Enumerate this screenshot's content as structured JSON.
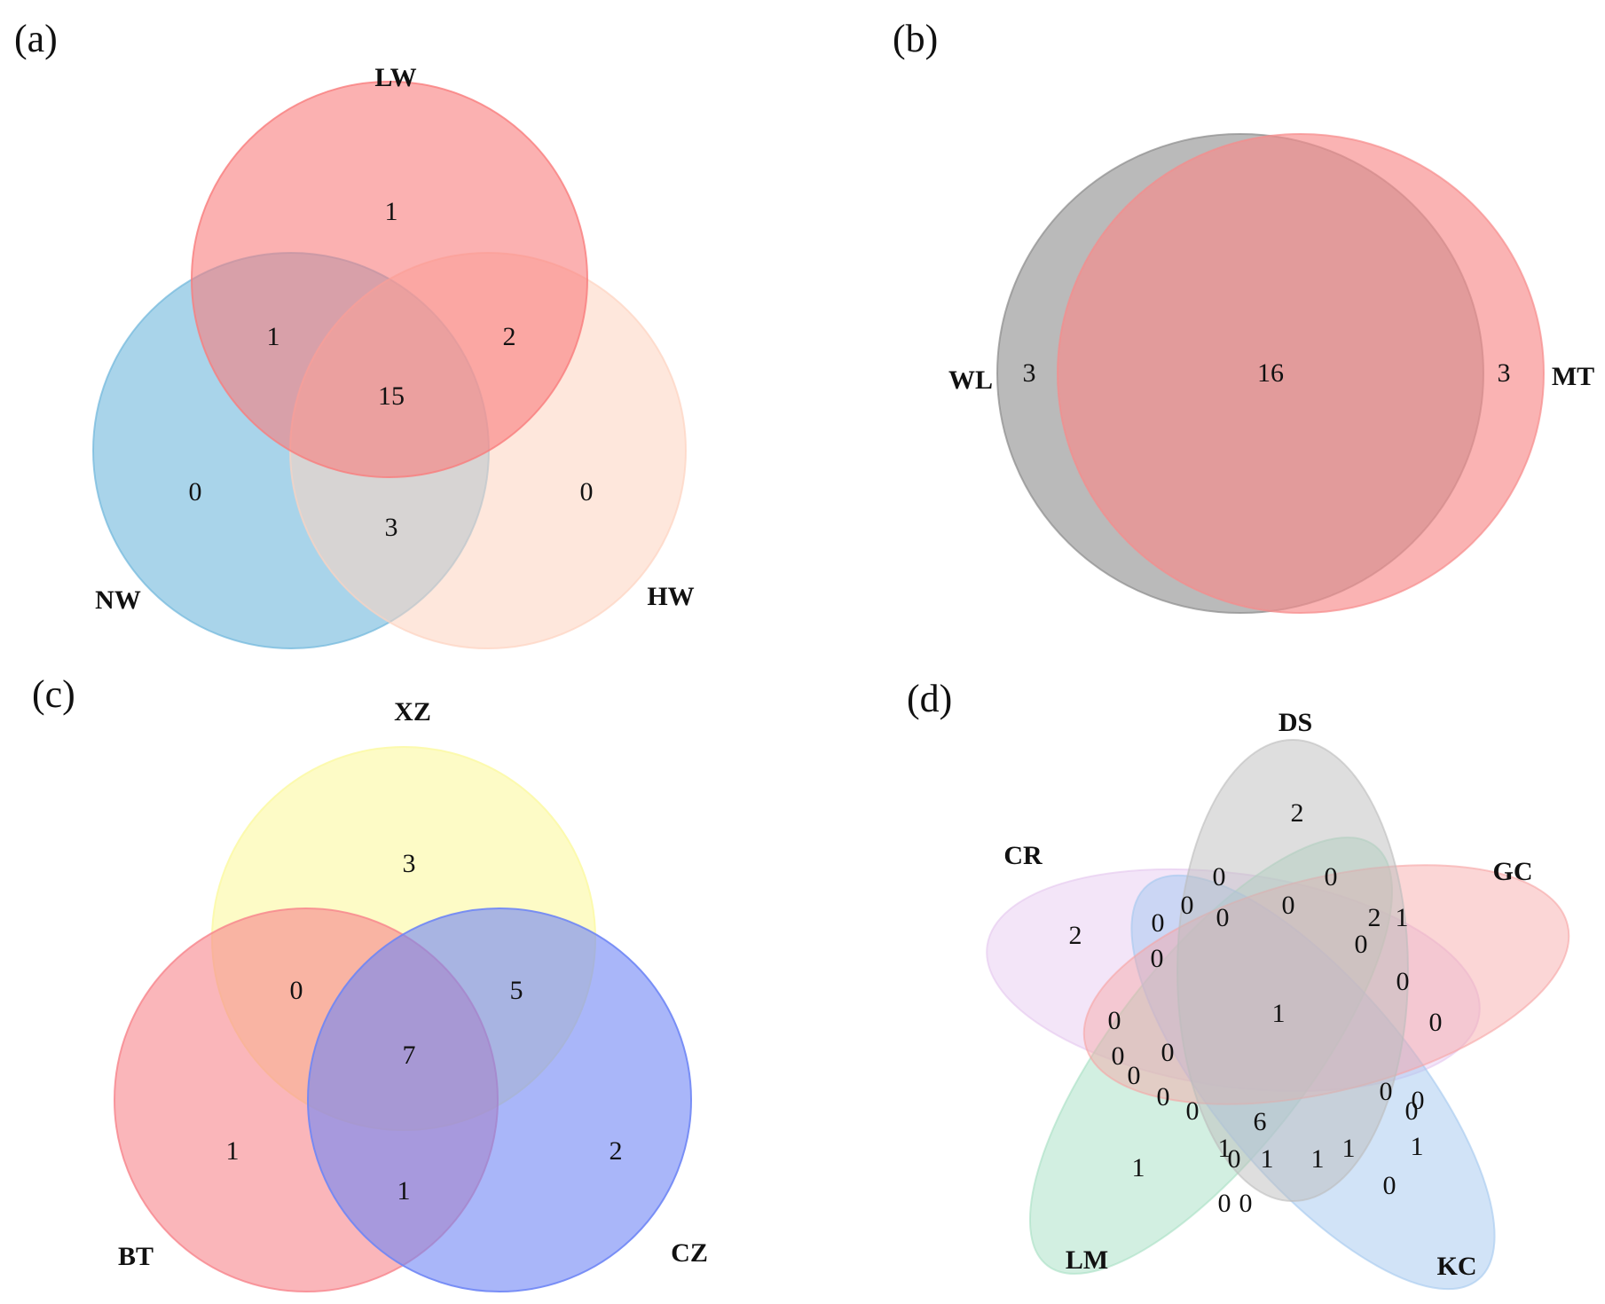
{
  "panels": {
    "a": {
      "label": "(a)",
      "sets": [
        {
          "name": "LW",
          "color": "#f97d7d"
        },
        {
          "name": "NW",
          "color": "#6fb7dc"
        },
        {
          "name": "HW",
          "color": "#fdd3c0"
        }
      ],
      "counts": {
        "lw_only": "1",
        "lw_nw": "1",
        "lw_hw": "2",
        "all": "15",
        "nw_only": "0",
        "hw_only": "0",
        "nw_hw": "3"
      }
    },
    "b": {
      "label": "(b)",
      "sets": [
        {
          "name": "WL",
          "color": "#8c8c8c"
        },
        {
          "name": "MT",
          "color": "#f78b8b"
        }
      ],
      "counts": {
        "wl_only": "3",
        "both": "16",
        "mt_only": "3"
      }
    },
    "c": {
      "label": "(c)",
      "sets": [
        {
          "name": "XZ",
          "color": "#fcf9a8"
        },
        {
          "name": "BT",
          "color": "#f7858c"
        },
        {
          "name": "CZ",
          "color": "#6f86f5"
        }
      ],
      "counts": {
        "xz_only": "3",
        "xz_bt": "0",
        "xz_cz": "5",
        "all": "7",
        "bt_only": "1",
        "cz_only": "2",
        "bt_cz": "1"
      }
    },
    "d": {
      "label": "(d)",
      "sets": [
        {
          "name": "DS",
          "color": "#bdbdbd"
        },
        {
          "name": "GC",
          "color": "#f7a3a3"
        },
        {
          "name": "KC",
          "color": "#a3c8ef"
        },
        {
          "name": "LM",
          "color": "#a6dfc3"
        },
        {
          "name": "CR",
          "color": "#e5c6ef"
        }
      ],
      "counts": [
        "2",
        "0",
        "0",
        "0",
        "0",
        "0",
        "2",
        "1",
        "2",
        "0",
        "0",
        "0",
        "0",
        "0",
        "0",
        "0",
        "0",
        "0",
        "1",
        "0",
        "0",
        "0",
        "0",
        "0",
        "1",
        "1",
        "1",
        "6",
        "1",
        "1",
        "0",
        "1",
        "0",
        "0",
        "0"
      ]
    }
  }
}
